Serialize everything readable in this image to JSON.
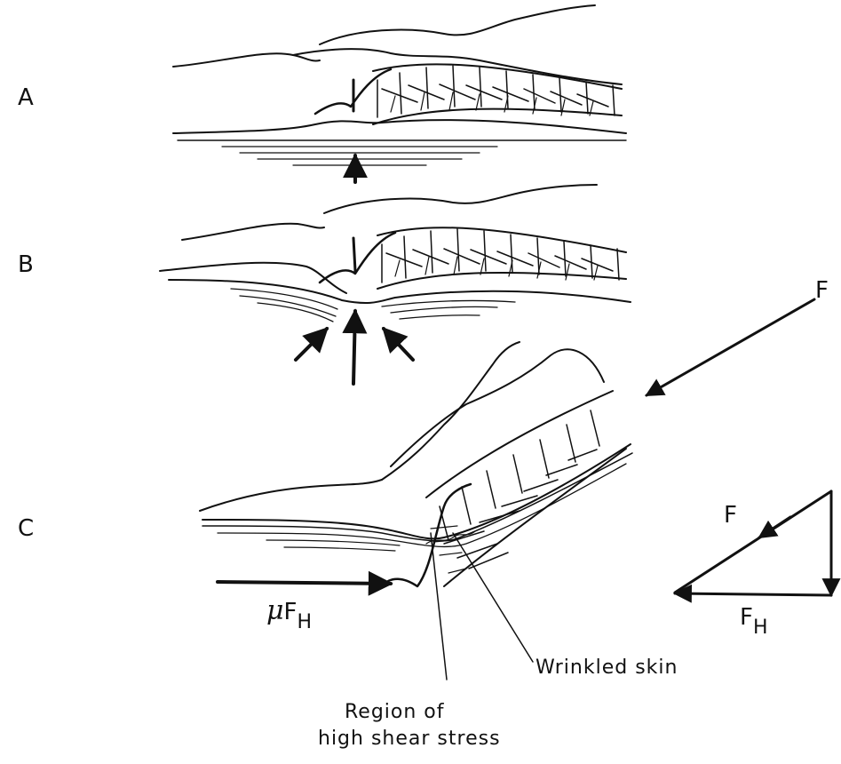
{
  "panels": {
    "a": "A",
    "b": "B",
    "c": "C"
  },
  "forces": {
    "f_top": "F",
    "f_triangle": "F",
    "fh_base": "F",
    "fh_sub": "H",
    "mu_symbol": "μ",
    "mufh_base": "F",
    "mufh_sub": "H"
  },
  "callouts": {
    "wrinkled_skin": "Wrinkled skin",
    "region_line1": "Region of",
    "region_line2": "high shear stress"
  }
}
